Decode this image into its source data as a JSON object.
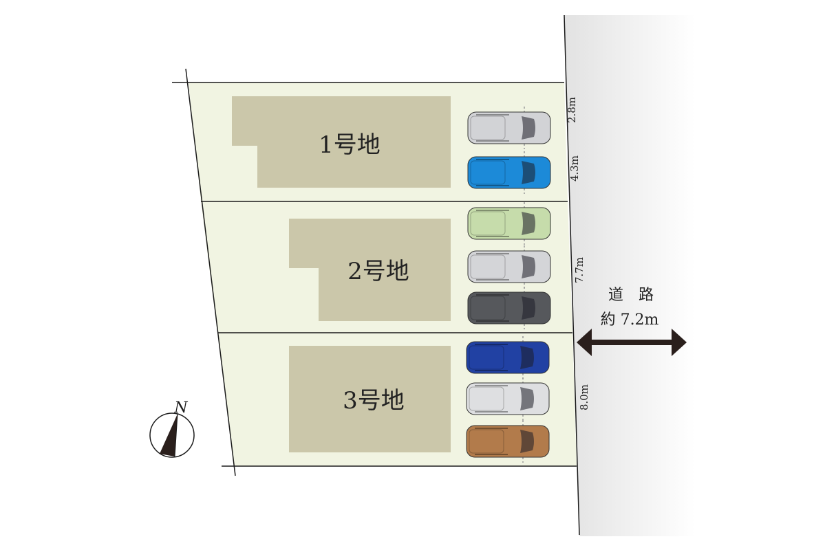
{
  "lots": [
    {
      "label": "1号地",
      "dimension": "2.8m",
      "dimension2": "4.3m"
    },
    {
      "label": "2号地",
      "dimension": "7.7m"
    },
    {
      "label": "3号地",
      "dimension": "8.0m"
    }
  ],
  "road": {
    "label": "道　路",
    "width": "約 7.2m"
  },
  "compass": {
    "label": "N"
  },
  "colors": {
    "lot": "#f1f4e2",
    "building": "#cbc7aa",
    "road": "#e4e4e4",
    "line": "#1a1a1a",
    "arrow": "#2a1f1c"
  },
  "cars": [
    {
      "lot": 1,
      "color": "#d2d3d6"
    },
    {
      "lot": 1,
      "color": "#1c8ad8"
    },
    {
      "lot": 2,
      "color": "#c6dcab"
    },
    {
      "lot": 2,
      "color": "#d4d5d8"
    },
    {
      "lot": 2,
      "color": "#56585c"
    },
    {
      "lot": 3,
      "color": "#2141a3"
    },
    {
      "lot": 3,
      "color": "#dedfe1"
    },
    {
      "lot": 3,
      "color": "#b27b4b"
    }
  ]
}
